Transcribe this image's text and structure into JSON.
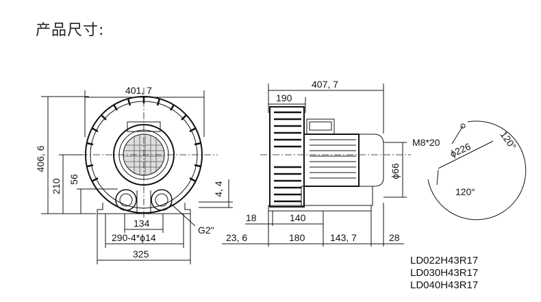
{
  "heading": "产品尺寸:",
  "front_view": {
    "width_top": "401, 7",
    "height_total": "406, 6",
    "height_axis": "210",
    "height_inlet": "56",
    "offset_right": "4, 4",
    "bolt_spacing": "134",
    "hole_spec": "290-4*ϕ14",
    "base_width": "325",
    "port_thread": "G2\""
  },
  "side_view": {
    "length_total": "407, 7",
    "length_head": "190",
    "flange_dia": "ϕ66",
    "offset_18": "18",
    "span_140": "140",
    "offset_236": "23, 6",
    "span_180": "180",
    "span_1437": "143, 7",
    "end_28": "28"
  },
  "flange_detail": {
    "bolt_spec": "M8*20",
    "pcd": "ϕ226",
    "angle_top": "120°",
    "angle_bottom": "120°"
  },
  "models": [
    "LD022H43R17",
    "LD030H43R17",
    "LD040H43R17"
  ]
}
